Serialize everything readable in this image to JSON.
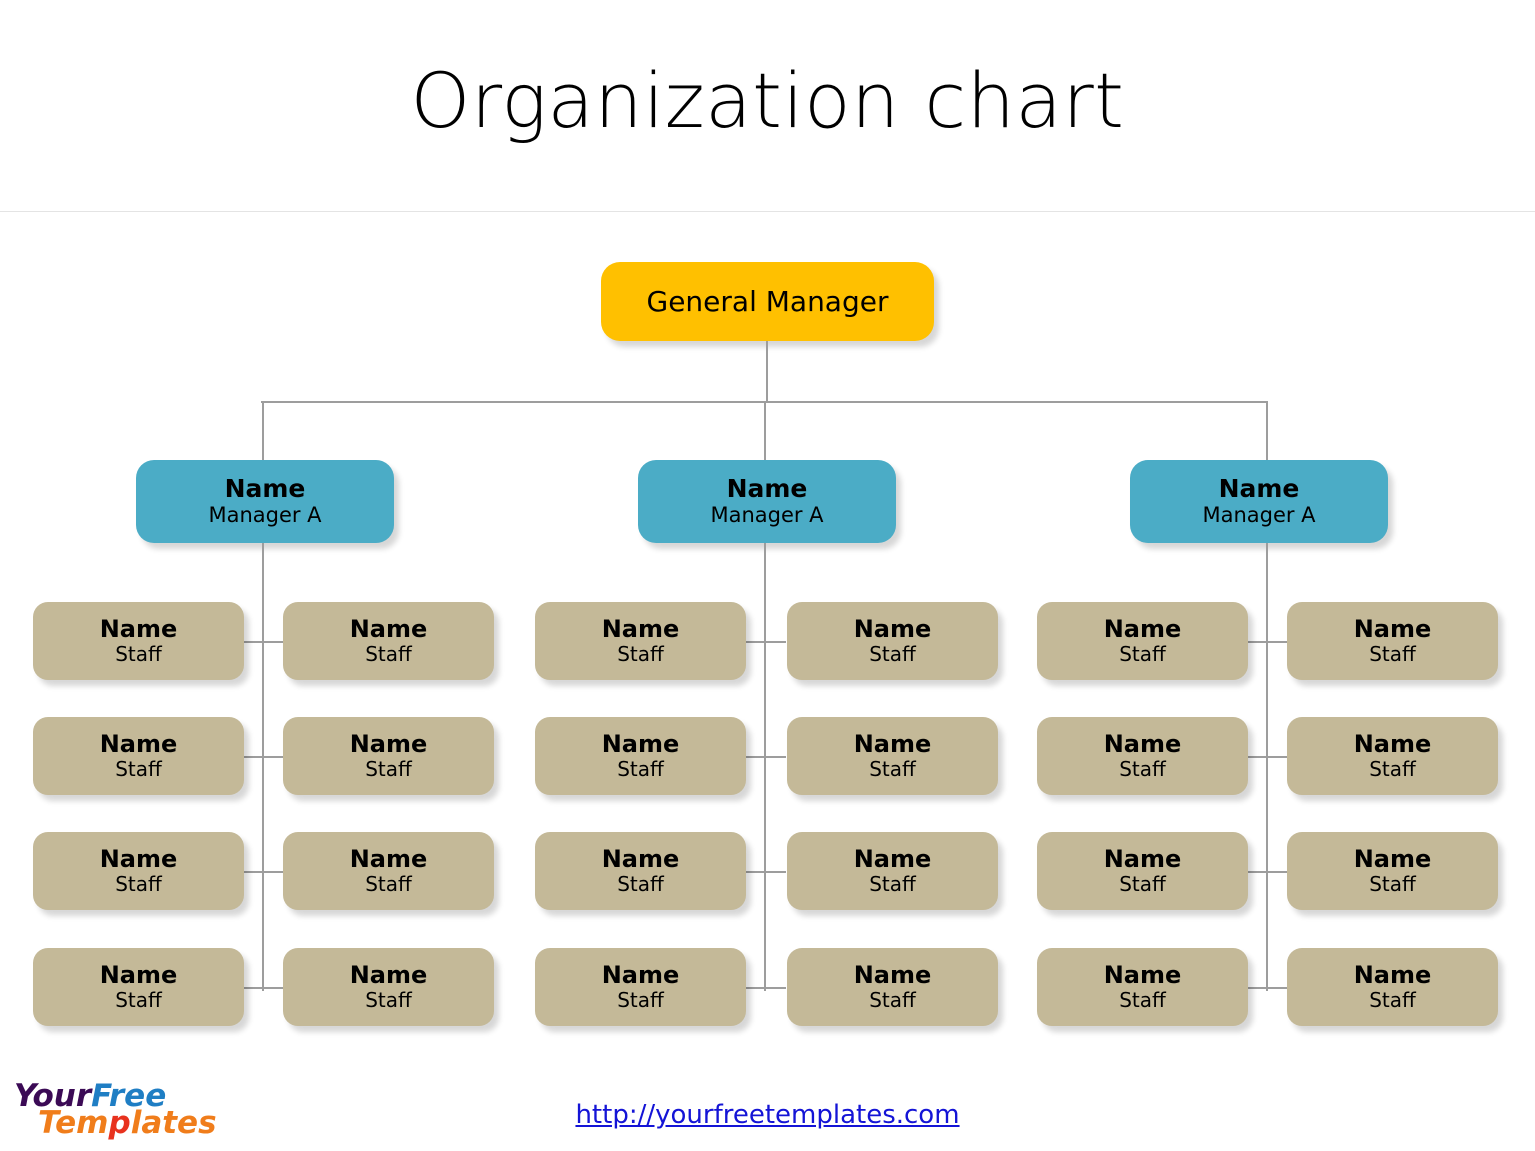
{
  "header": {
    "title": "Organization chart"
  },
  "chart_data": {
    "type": "diagram",
    "diagram_type": "organization-chart",
    "title": "Organization chart",
    "levels": 3,
    "colors": {
      "root": "#FFC000",
      "manager": "#4BACC6",
      "staff": "#C4B998",
      "connector": "#9d9d9d",
      "link": "#1414d6",
      "background": "#ffffff"
    },
    "root": {
      "label": "General Manager"
    },
    "branches": [
      {
        "manager": {
          "name": "Name",
          "role": "Manager A"
        },
        "staff": [
          {
            "name": "Name",
            "role": "Staff"
          },
          {
            "name": "Name",
            "role": "Staff"
          },
          {
            "name": "Name",
            "role": "Staff"
          },
          {
            "name": "Name",
            "role": "Staff"
          },
          {
            "name": "Name",
            "role": "Staff"
          },
          {
            "name": "Name",
            "role": "Staff"
          },
          {
            "name": "Name",
            "role": "Staff"
          },
          {
            "name": "Name",
            "role": "Staff"
          }
        ]
      },
      {
        "manager": {
          "name": "Name",
          "role": "Manager A"
        },
        "staff": [
          {
            "name": "Name",
            "role": "Staff"
          },
          {
            "name": "Name",
            "role": "Staff"
          },
          {
            "name": "Name",
            "role": "Staff"
          },
          {
            "name": "Name",
            "role": "Staff"
          },
          {
            "name": "Name",
            "role": "Staff"
          },
          {
            "name": "Name",
            "role": "Staff"
          },
          {
            "name": "Name",
            "role": "Staff"
          },
          {
            "name": "Name",
            "role": "Staff"
          }
        ]
      },
      {
        "manager": {
          "name": "Name",
          "role": "Manager A"
        },
        "staff": [
          {
            "name": "Name",
            "role": "Staff"
          },
          {
            "name": "Name",
            "role": "Staff"
          },
          {
            "name": "Name",
            "role": "Staff"
          },
          {
            "name": "Name",
            "role": "Staff"
          },
          {
            "name": "Name",
            "role": "Staff"
          },
          {
            "name": "Name",
            "role": "Staff"
          },
          {
            "name": "Name",
            "role": "Staff"
          },
          {
            "name": "Name",
            "role": "Staff"
          }
        ]
      }
    ]
  },
  "footer": {
    "url_text": "http://yourfreetemplates.com"
  },
  "logo": {
    "word_your": "Your",
    "word_free": "Free",
    "word_tem": "Tem",
    "word_p": "p",
    "word_lates": "lates"
  }
}
